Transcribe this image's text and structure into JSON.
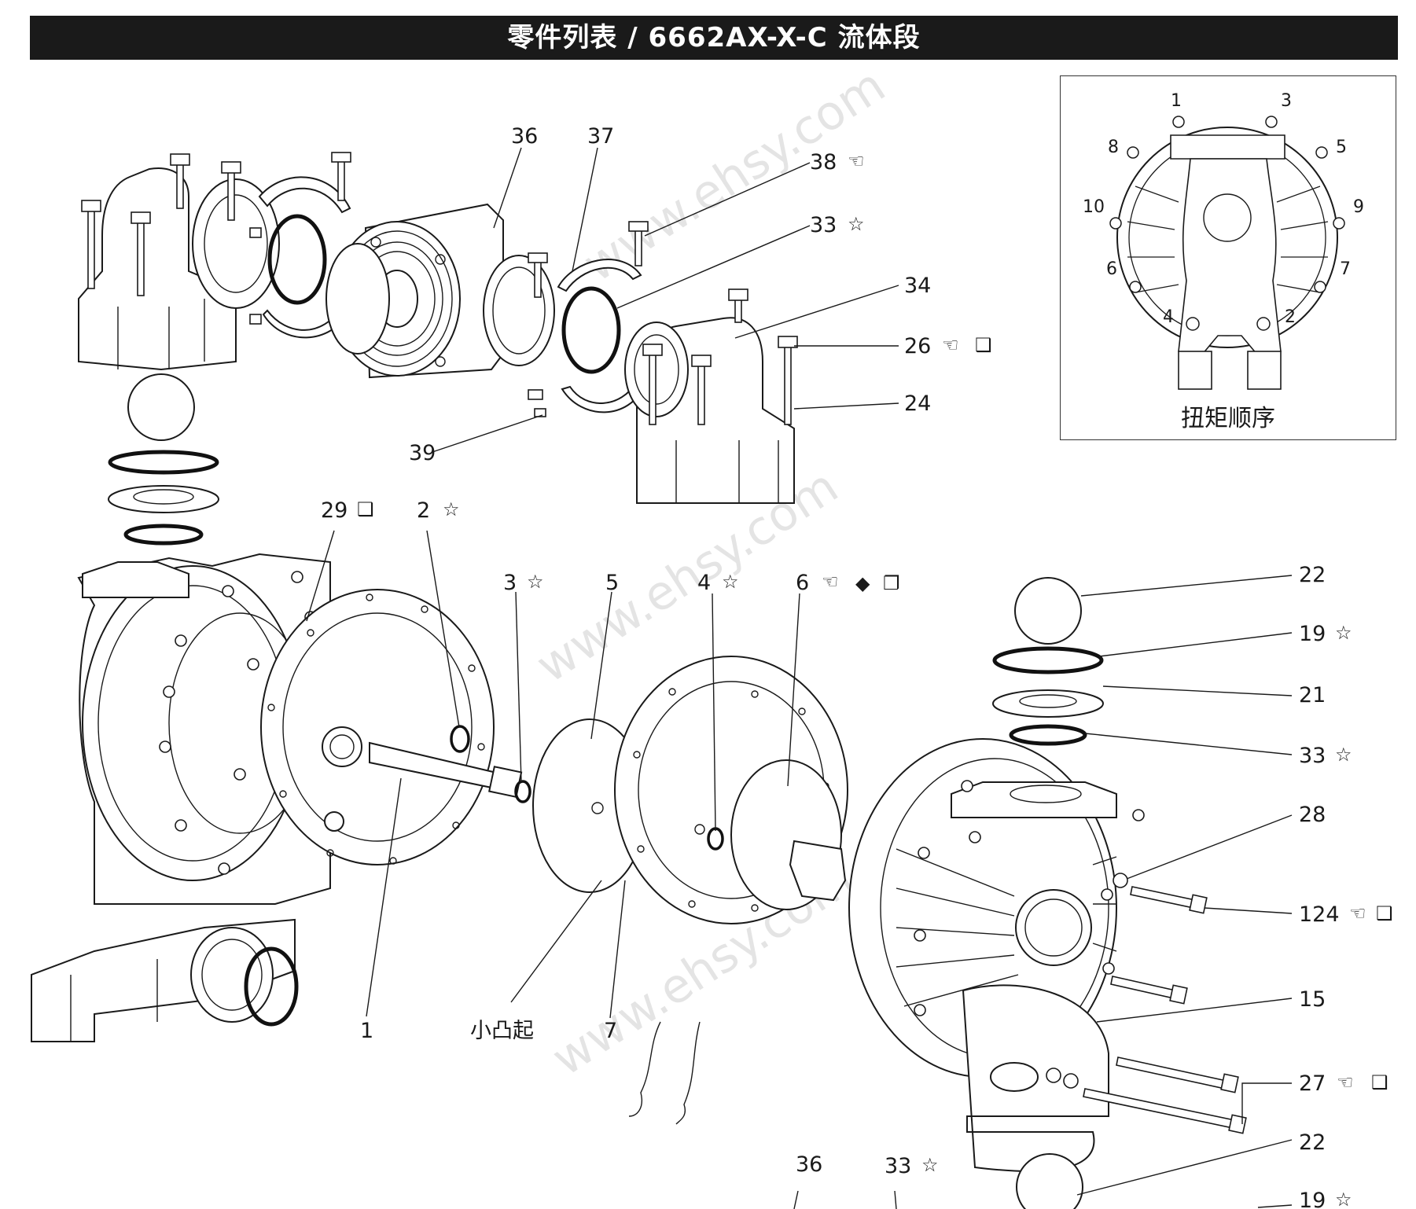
{
  "header": {
    "title": "零件列表 / 6662AX-X-C 流体段"
  },
  "inset": {
    "caption": "扭矩顺序",
    "numbers": [
      "1",
      "3",
      "8",
      "5",
      "10",
      "9",
      "6",
      "7",
      "4",
      "2"
    ]
  },
  "callouts": {
    "c36_top": "36",
    "c37": "37",
    "c38": "38",
    "c33_a": "33",
    "c34": "34",
    "c26": "26",
    "c24": "24",
    "c39": "39",
    "c29": "29",
    "c2": "2",
    "c3": "3",
    "c5": "5",
    "c4": "4",
    "c6": "6",
    "c22_top": "22",
    "c19_top": "19",
    "c21": "21",
    "c33_b": "33",
    "c28": "28",
    "c124": "124",
    "c15": "15",
    "c27": "27",
    "c22_bot": "22",
    "c19_bot": "19",
    "c1": "1",
    "c7": "7",
    "c36_bot": "36",
    "c33_c": "33"
  },
  "annotations": {
    "small_bump": "小凸起"
  },
  "symbols": {
    "star": "☆",
    "hand": "☜",
    "box": "❑",
    "diamond": "◆",
    "box_open": "❐"
  },
  "watermark": "www.ehsy.com"
}
